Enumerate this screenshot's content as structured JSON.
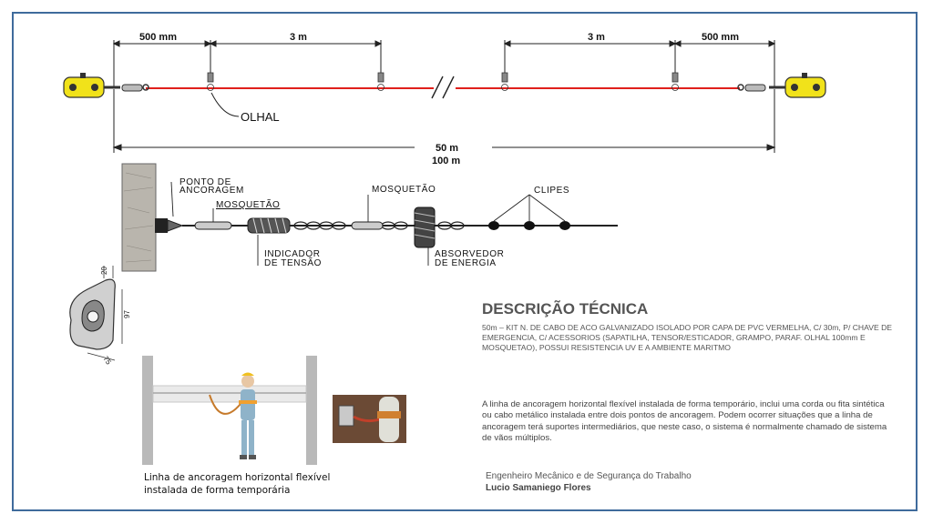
{
  "top_diagram": {
    "dim_left_end": "500 mm",
    "dim_left_span": "3 m",
    "dim_right_span": "3 m",
    "dim_right_end": "500 mm",
    "olhal_label": "OLHAL",
    "total_length_1": "50 m",
    "total_length_2": "100 m",
    "cable_color": "#e0201c"
  },
  "detail_diagram": {
    "ponto_1": "PONTO DE",
    "ponto_2": "ANCORAGEM",
    "mosquetao_left": "MOSQUETÃO",
    "mosquetao_right": "MOSQUETÃO",
    "clipes": "CLIPES",
    "indicador_1": "INDICADOR",
    "indicador_2": "DE TENSÃO",
    "absorvedor_1": "ABSORVEDOR",
    "absorvedor_2": "DE ENERGIA"
  },
  "bracket_dims": {
    "d20": "20",
    "d97": "97",
    "d75": "75"
  },
  "description": {
    "title": "DESCRIÇÃO TÉCNICA",
    "spec": "50m – KIT N. DE CABO DE ACO GALVANIZADO ISOLADO POR CAPA DE PVC VERMELHA, C/ 30m, P/ CHAVE DE EMERGENCIA, C/ ACESSORIOS (SAPATILHA, TENSOR/ESTICADOR, GRAMPO, PARAF. OLHAL 100mm E MOSQUETAO), POSSUI RESISTENCIA UV E A AMBIENTE MARITMO",
    "paragraph": "A linha de ancoragem horizontal flexível instalada de forma temporário, inclui uma corda ou fita sintética ou cabo metálico instalada entre dois pontos de ancoragem. Podem ocorrer situações que a linha de ancoragem terá suportes intermediários, que neste caso, o sistema é normalmente chamado de sistema de vãos múltiplos.",
    "engineer_role": "Engenheiro Mecânico e de Segurança do Trabalho",
    "engineer_name": "Lucio Samaniego Flores"
  },
  "illustration": {
    "caption": "Linha de ancoragem horizontal flexível instalada de forma temporária"
  }
}
